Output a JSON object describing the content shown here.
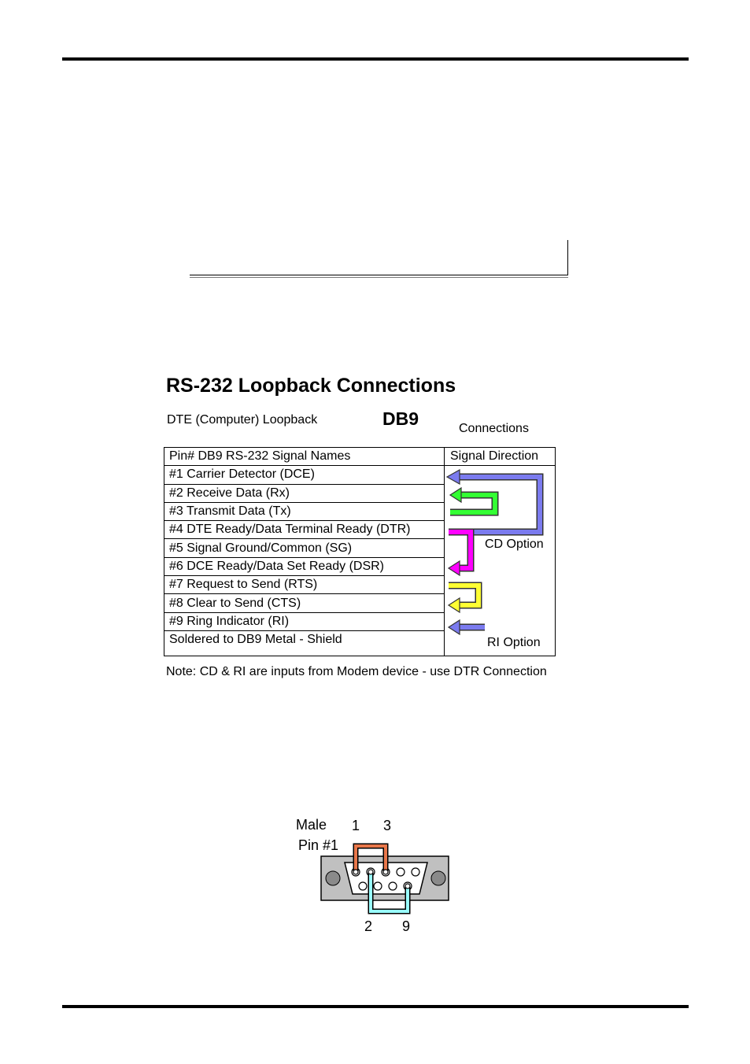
{
  "diagram": {
    "title": "RS-232  Loopback Connections",
    "dte_label": "DTE (Computer) Loopback",
    "connector_type": "DB9",
    "connections_label": "Connections"
  },
  "table": {
    "header_pin": "Pin#  DB9      RS-232 Signal Names",
    "header_direction": "Signal Direction",
    "rows": [
      "#1  Carrier Detector (DCE)",
      "#2  Receive Data (Rx)",
      "#3  Transmit Data (Tx)",
      "#4  DTE Ready/Data Terminal Ready  (DTR)",
      "#5  Signal Ground/Common (SG)",
      "#6  DCE Ready/Data Set Ready (DSR)",
      "#7  Request to Send (RTS)",
      "#8  Clear to Send (CTS)",
      "#9  Ring Indicator (RI)",
      "Soldered to DB9 Metal - Shield"
    ],
    "cd_option": "CD Option",
    "ri_option": "RI Option"
  },
  "note": "Note:  CD & RI are inputs from Modem device - use DTR Connection",
  "connector": {
    "male": "Male",
    "pin1": "Pin #1",
    "top_pins": [
      "1",
      "3"
    ],
    "bottom_pins": [
      "2",
      "9"
    ]
  },
  "colors": {
    "cd_loop": "#7b7bef",
    "rx_tx_loop": "#33ff33",
    "dtr_dsr_loop": "#ff00ff",
    "rts_cts_loop": "#ffff33",
    "ri_arrow": "#7b7bef",
    "pins_1_3": "#e8774a",
    "pins_2_9": "#99ffff"
  }
}
